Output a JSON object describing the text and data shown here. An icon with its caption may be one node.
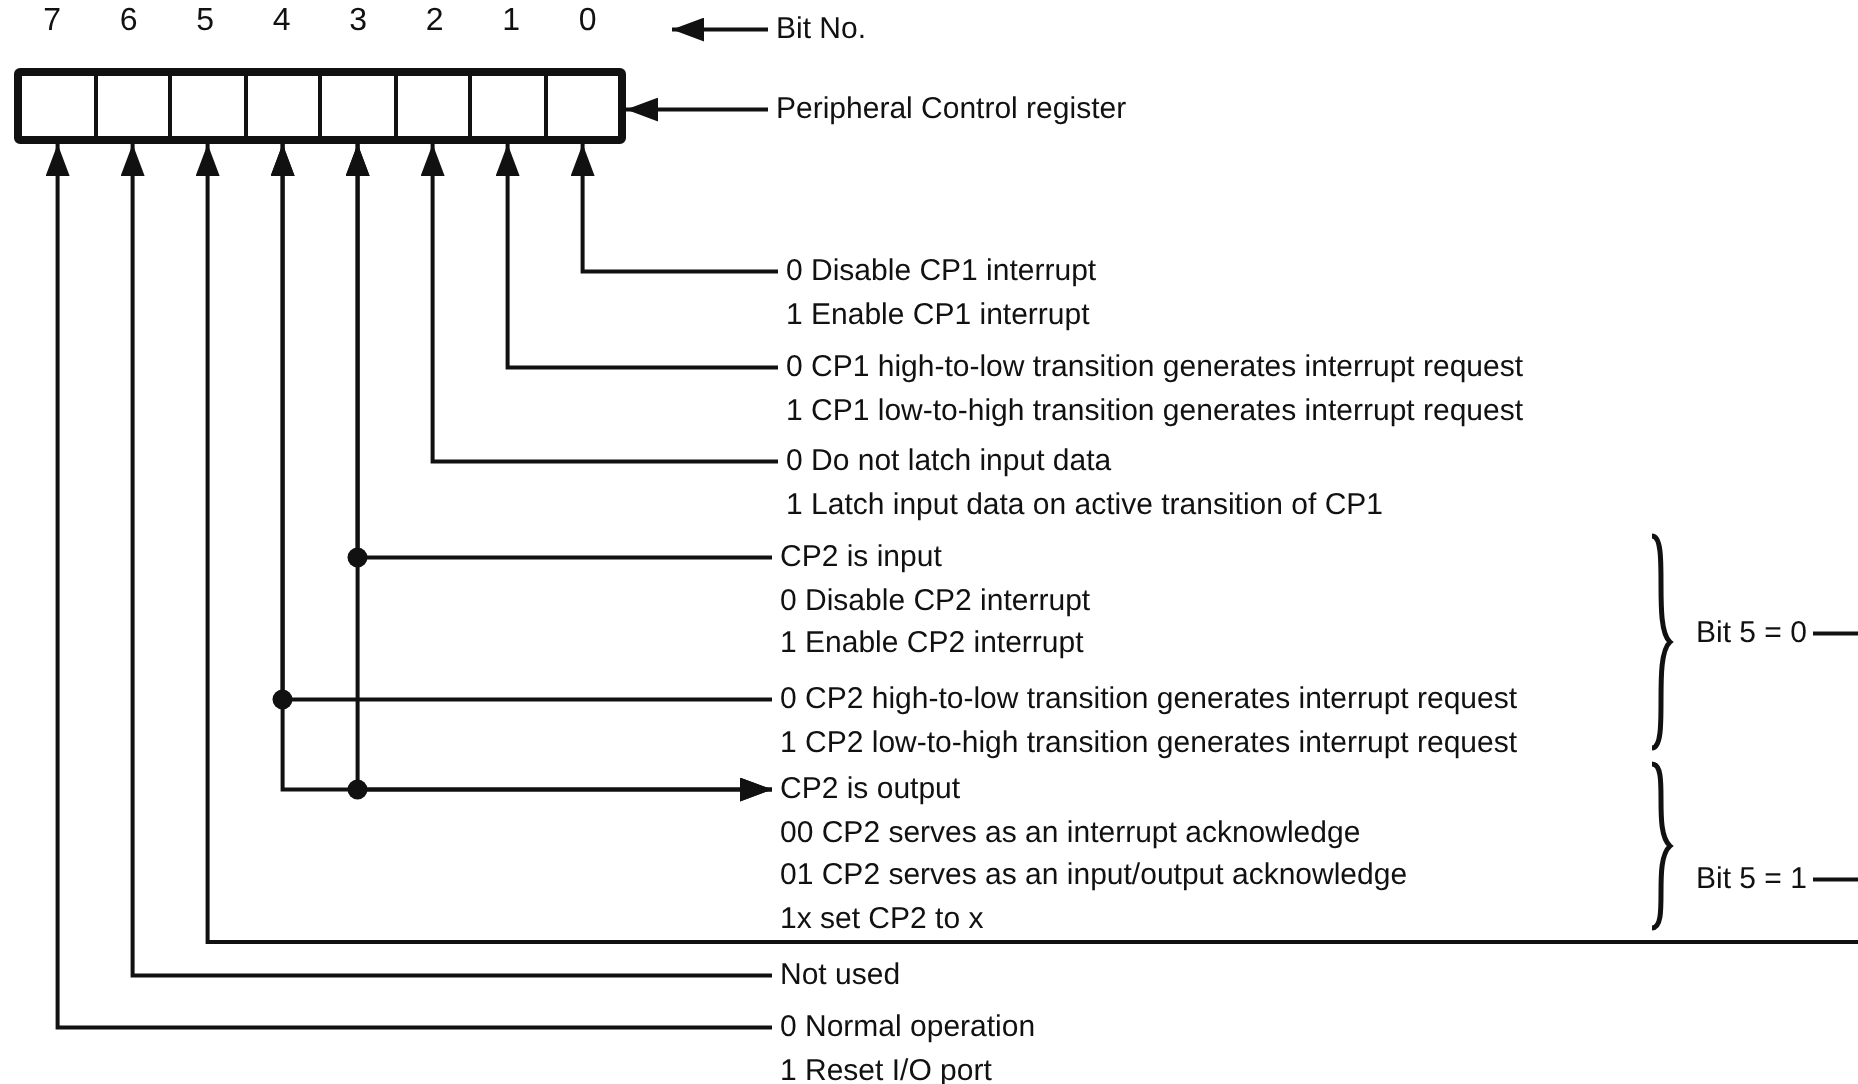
{
  "diagram": {
    "nodes": [
      {
        "text": [],
        "shape": "box"
      },
      {
        "text": [],
        "shape": "box",
        "in": 0
      },
      {
        "text": [],
        "shape": "box",
        "in": 0
      },
      {
        "text": [],
        "shape": "box",
        "in": 0
      },
      {
        "text": [],
        "shape": "box",
        "in": 0
      },
      {
        "text": [],
        "shape": "box",
        "in": 0
      },
      {
        "text": [],
        "shape": "box",
        "in": 0
      },
      {
        "text": [],
        "shape": "box",
        "in": 0
      },
      {
        "text": [],
        "shape": "box",
        "in": 0
      },
      {
        "text": [
          "Bit No."
        ]
      },
      {
        "text": [
          "Peripheral Control register"
        ]
      },
      {
        "text": [
          "0 Disable CP1 interrupt",
          "1 Enable CP1 interrupt"
        ]
      },
      {
        "text": [
          "0 CP1 high-to-low transition generates interrupt request",
          "1 CP1 low-to-high transition generates interrupt request"
        ]
      },
      {
        "text": [
          "0 Do not latch input data",
          "1 Latch input data on active transition of CP1"
        ]
      },
      {
        "text": [
          "CP2 is input",
          "0 Disable CP2 interrupt",
          "1 Enable CP2 interrupt"
        ]
      },
      {
        "text": [
          "0 CP2 high-to-low transition generates interrupt request",
          "1 CP2 low-to-high transition generates interrupt request"
        ]
      },
      {
        "text": [
          "CP2 is output",
          "00 CP2 serves as an interrupt acknowledge",
          "01 CP2 serves as an input/output acknowledge",
          "1x set CP2 to x"
        ]
      },
      {
        "text": [
          "Not used"
        ]
      },
      {
        "text": [
          "0 Normal operation",
          "1 Reset I/O port"
        ]
      },
      {
        "text": [
          "Bit 5 = 0"
        ]
      },
      {
        "text": [
          "Bit 5 = 1"
        ]
      }
    ],
    "edges": [
      {
        "from": 9,
        "to": null,
        "arrow": "to"
      },
      {
        "from": 10,
        "to": 0,
        "arrow": "to"
      },
      {
        "from": 11,
        "to": 8,
        "arrow": "to"
      },
      {
        "from": 12,
        "to": 7,
        "arrow": "to"
      },
      {
        "from": 13,
        "to": 6,
        "arrow": "to"
      },
      {
        "from": 14,
        "to": 5,
        "arrow": "to"
      },
      {
        "from": 15,
        "to": 4,
        "arrow": "to"
      },
      {
        "from": 5,
        "to": 16,
        "arrow": "both"
      },
      {
        "from": 4,
        "to": 16,
        "arrow": "both"
      },
      {
        "from": null,
        "to": 3,
        "arrow": "to"
      },
      {
        "from": 17,
        "to": 2,
        "arrow": "to"
      },
      {
        "from": 18,
        "to": 1,
        "arrow": "to"
      },
      {
        "from": 19,
        "to": null,
        "arrow": "none"
      },
      {
        "from": 20,
        "to": null,
        "arrow": "none"
      }
    ],
    "labels": [
      "7",
      "6",
      "5",
      "4",
      "3",
      "2",
      "1",
      "0"
    ]
  }
}
